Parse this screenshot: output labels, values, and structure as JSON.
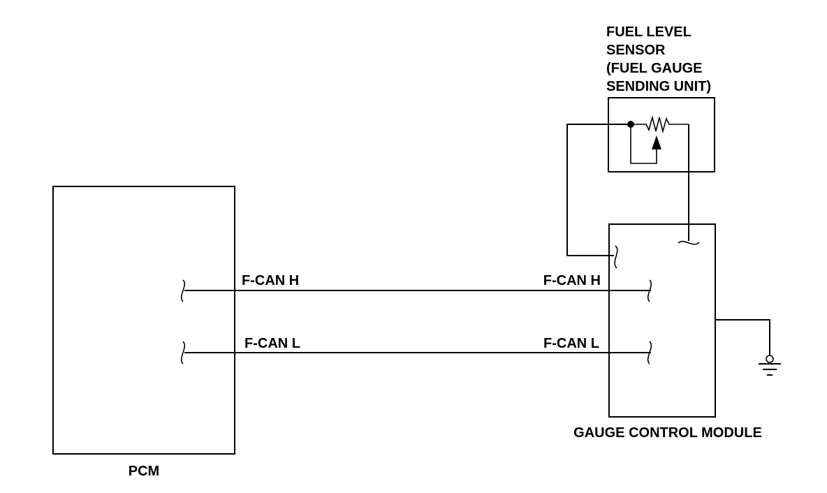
{
  "components": {
    "pcm": {
      "label": "PCM"
    },
    "gauge_control_module": {
      "label": "GAUGE CONTROL MODULE"
    },
    "fuel_level_sensor": {
      "label_lines": [
        "FUEL LEVEL",
        "SENSOR",
        "(FUEL GAUGE",
        "SENDING UNIT)"
      ]
    }
  },
  "wires": {
    "can_high": {
      "pcm_label": "F-CAN H",
      "gcm_label": "F-CAN H"
    },
    "can_low": {
      "pcm_label": "F-CAN L",
      "gcm_label": "F-CAN L"
    }
  },
  "colors": {
    "line": "#000000",
    "background": "#ffffff"
  }
}
